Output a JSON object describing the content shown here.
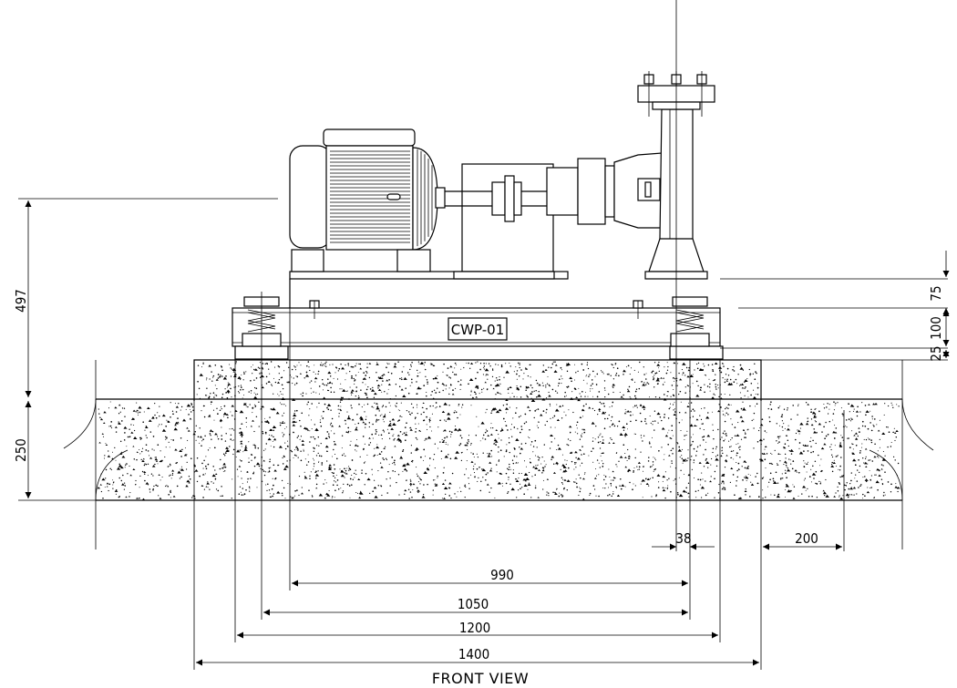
{
  "drawing": {
    "view_title": "FRONT VIEW",
    "equipment_tag": "CWP-01",
    "dimensions": {
      "height_total": "497",
      "base_depth": "250",
      "skid_75": "75",
      "skid_100": "100",
      "skid_25": "25",
      "width_990": "990",
      "width_1050": "1050",
      "width_1200": "1200",
      "width_1400": "1400",
      "offset_38": "38",
      "offset_200": "200"
    }
  }
}
